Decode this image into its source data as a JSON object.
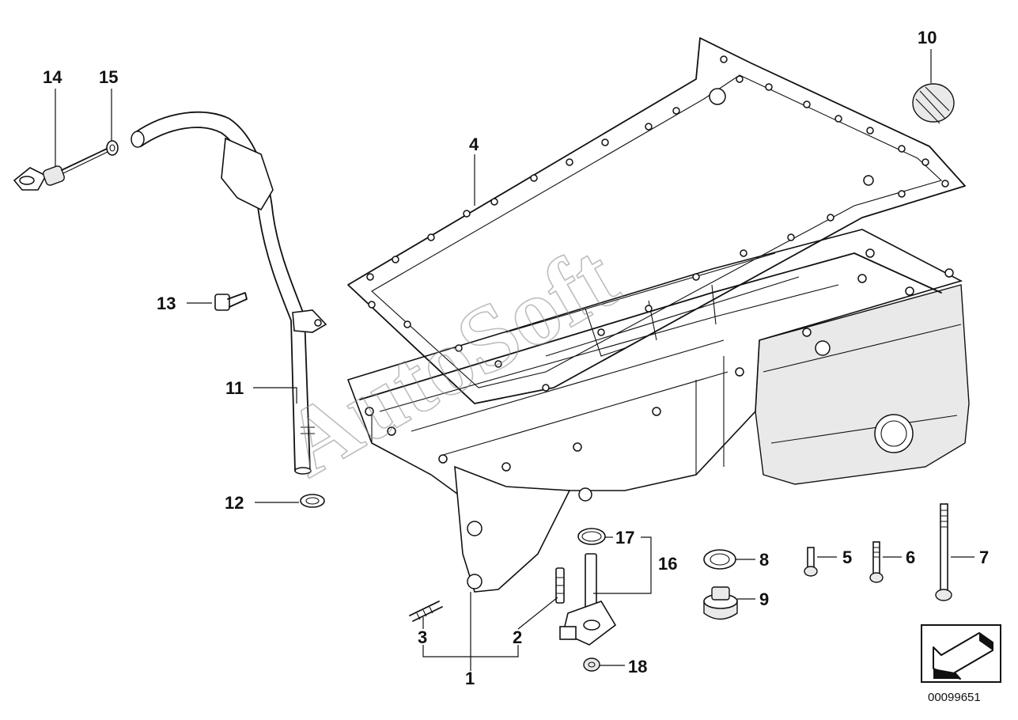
{
  "callouts": {
    "c1": "1",
    "c2": "2",
    "c3": "3",
    "c4": "4",
    "c5": "5",
    "c6": "6",
    "c7": "7",
    "c8": "8",
    "c9": "9",
    "c10": "10",
    "c11": "11",
    "c12": "12",
    "c13": "13",
    "c14": "14",
    "c15": "15",
    "c16": "16",
    "c17": "17",
    "c18": "18"
  },
  "watermark": "AutoSoft",
  "document_number": "00099651",
  "icons": {
    "direction": "arrow-down-left-icon"
  }
}
